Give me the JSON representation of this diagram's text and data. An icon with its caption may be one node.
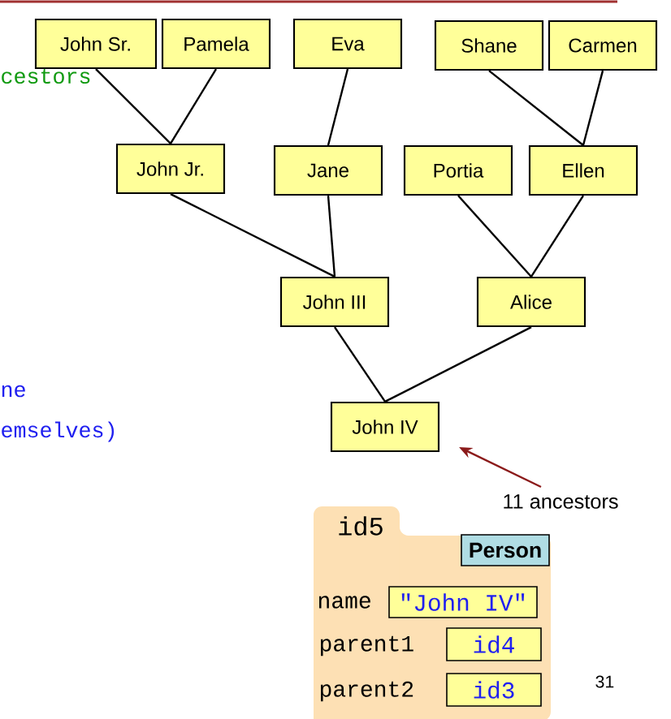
{
  "diagram": {
    "nodes": [
      {
        "text": [
          "John Sr."
        ]
      },
      {
        "text": [
          "Pamela"
        ]
      },
      {
        "text": [
          "Eva"
        ]
      },
      {
        "text": [
          "Shane"
        ]
      },
      {
        "text": [
          "Carmen"
        ]
      },
      {
        "text": [
          "John Jr."
        ]
      },
      {
        "text": [
          "Jane"
        ]
      },
      {
        "text": [
          "Portia"
        ]
      },
      {
        "text": [
          "Ellen"
        ]
      },
      {
        "text": [
          "John III"
        ]
      },
      {
        "text": [
          "Alice"
        ]
      },
      {
        "text": [
          "John IV"
        ]
      },
      {
        "text": [
          "11 ancestors"
        ]
      },
      {
        "text": [
          "id5"
        ]
      },
      {
        "text": [
          "Person"
        ],
        "in": 13
      },
      {
        "text": [
          "\"John IV\""
        ],
        "in": 13
      },
      {
        "text": [
          "id4"
        ],
        "in": 13
      },
      {
        "text": [
          "id3"
        ],
        "in": 13
      }
    ],
    "edges": [
      {
        "from": 0,
        "to": 5,
        "arrow": "none"
      },
      {
        "from": 1,
        "to": 5,
        "arrow": "none"
      },
      {
        "from": 2,
        "to": 6,
        "arrow": "none"
      },
      {
        "from": 3,
        "to": 8,
        "arrow": "none"
      },
      {
        "from": 4,
        "to": 8,
        "arrow": "none"
      },
      {
        "from": 5,
        "to": 9,
        "arrow": "none"
      },
      {
        "from": 6,
        "to": 9,
        "arrow": "none"
      },
      {
        "from": 7,
        "to": 10,
        "arrow": "none"
      },
      {
        "from": 8,
        "to": 10,
        "arrow": "none"
      },
      {
        "from": 9,
        "to": 11,
        "arrow": "none"
      },
      {
        "from": 10,
        "to": 11,
        "arrow": "none"
      },
      {
        "from": 12,
        "to": 11,
        "arrow": "to",
        "color": "#8b1a1a"
      }
    ],
    "labels": [
      "cestors",
      "ne",
      "emselves)",
      "name",
      "parent1",
      "parent2",
      "31"
    ]
  }
}
